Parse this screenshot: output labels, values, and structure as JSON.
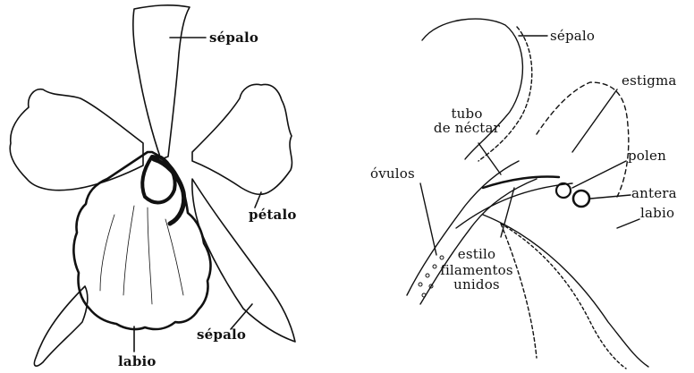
{
  "left_figure": {
    "labels": {
      "sepal_top": "sépalo",
      "petal": "pétalo",
      "sepal_bottom": "sépalo",
      "lip": "labio"
    }
  },
  "right_figure": {
    "labels": {
      "sepal": "sépalo",
      "stigma": "estigma",
      "nectar_tube": "tubo\nde néctar",
      "ovules": "óvulos",
      "pollen": "polen",
      "anther": "antera",
      "lip": "labio",
      "style": "estilo",
      "fused_filaments": "filamentos\nunidos"
    }
  },
  "colors": {
    "ink": "#111111",
    "background": "#ffffff"
  }
}
